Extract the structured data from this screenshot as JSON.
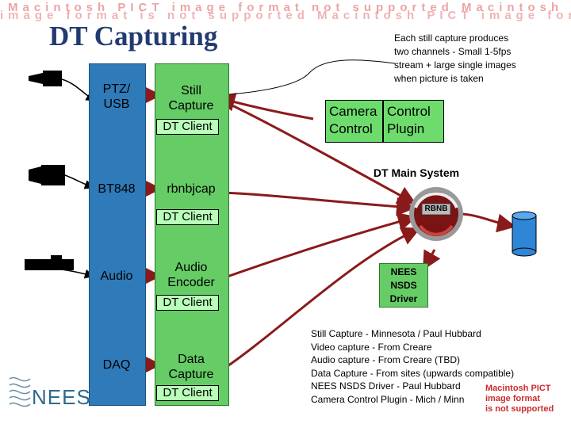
{
  "title": "DT Capturing",
  "pict_banner_text": "Macintosh PICT image format is not supported",
  "note": {
    "lines": [
      "Each still capture produces",
      "two channels - Small 1-5fps",
      "stream + large single images",
      "when picture is taken"
    ]
  },
  "rows": [
    {
      "device_label": "PTZ/\nUSB",
      "app_label": "Still\nCapture",
      "client": "DT Client"
    },
    {
      "device_label": "BT848",
      "app_label": "rbnbjcap",
      "client": "DT Client"
    },
    {
      "device_label": "Audio",
      "app_label": "Audio\nEncoder",
      "client": "DT Client"
    },
    {
      "device_label": "DAQ",
      "app_label": "Data\nCapture",
      "client": "DT Client"
    }
  ],
  "plugin": {
    "left": "Camera\nControl",
    "right": "Control\nPlugin"
  },
  "main_system": {
    "label": "DT Main System",
    "logo_text": "RBNB"
  },
  "nees_driver": {
    "label": "NEES\nNSDS\nDriver"
  },
  "credits": [
    "Still Capture - Minnesota / Paul Hubbard",
    "Video capture - From Creare",
    "Audio capture - From Creare (TBD)",
    "Data Capture - From sites (upwards compatible)",
    "NEES NSDS Driver - Paul Hubbard",
    "Camera Control Plugin - Mich / Minn"
  ],
  "logo_text": "NEES",
  "pict_footer_lines": [
    "Macintosh PICT",
    "image format",
    "is not supported"
  ],
  "colors": {
    "title": "#233a73",
    "blue_box": "#2f7ab9",
    "green_box": "#66cc66",
    "client_box": "#b9ffb9",
    "arrow_red": "#8b1a1a",
    "cylinder": "#2f86d6",
    "pict_red": "#cc2b2b"
  }
}
